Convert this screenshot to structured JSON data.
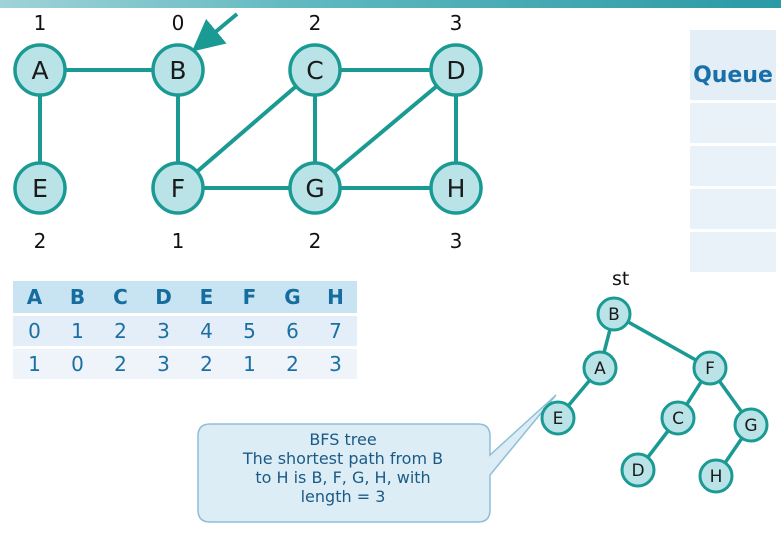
{
  "nodes": [
    {
      "id": "A",
      "label": "A"
    },
    {
      "id": "B",
      "label": "B"
    },
    {
      "id": "C",
      "label": "C"
    },
    {
      "id": "D",
      "label": "D"
    },
    {
      "id": "E",
      "label": "E"
    },
    {
      "id": "F",
      "label": "F"
    },
    {
      "id": "G",
      "label": "G"
    },
    {
      "id": "H",
      "label": "H"
    }
  ],
  "distances": {
    "A": "1",
    "B": "0",
    "C": "2",
    "D": "3",
    "E": "2",
    "F": "1",
    "G": "2",
    "H": "3"
  },
  "edges": [
    [
      "A",
      "B"
    ],
    [
      "A",
      "E"
    ],
    [
      "B",
      "F"
    ],
    [
      "C",
      "F"
    ],
    [
      "C",
      "D"
    ],
    [
      "C",
      "G"
    ],
    [
      "D",
      "G"
    ],
    [
      "D",
      "H"
    ],
    [
      "F",
      "G"
    ],
    [
      "G",
      "H"
    ]
  ],
  "queue": {
    "title": "Queue",
    "cells": [
      "",
      "",
      "",
      ""
    ]
  },
  "table": {
    "header": [
      "A",
      "B",
      "C",
      "D",
      "E",
      "F",
      "G",
      "H"
    ],
    "index_row": [
      "0",
      "1",
      "2",
      "3",
      "4",
      "5",
      "6",
      "7"
    ],
    "dist_row": [
      "1",
      "0",
      "2",
      "3",
      "2",
      "1",
      "2",
      "3"
    ]
  },
  "tree": {
    "label": "st",
    "nodes": [
      "B",
      "A",
      "F",
      "E",
      "C",
      "G",
      "D",
      "H"
    ],
    "edges": [
      [
        "B",
        "A"
      ],
      [
        "B",
        "F"
      ],
      [
        "A",
        "E"
      ],
      [
        "F",
        "C"
      ],
      [
        "F",
        "G"
      ],
      [
        "C",
        "D"
      ],
      [
        "G",
        "H"
      ]
    ]
  },
  "callout": {
    "lines": [
      "BFS tree",
      "The shortest path from  B",
      "to H is B, F, G, H, with",
      "length = 3"
    ]
  },
  "colors": {
    "node_fill": "#b9e3e6",
    "node_stroke": "#1a9a93",
    "edge": "#1a9a93",
    "text_blue": "#1b6fa3"
  }
}
